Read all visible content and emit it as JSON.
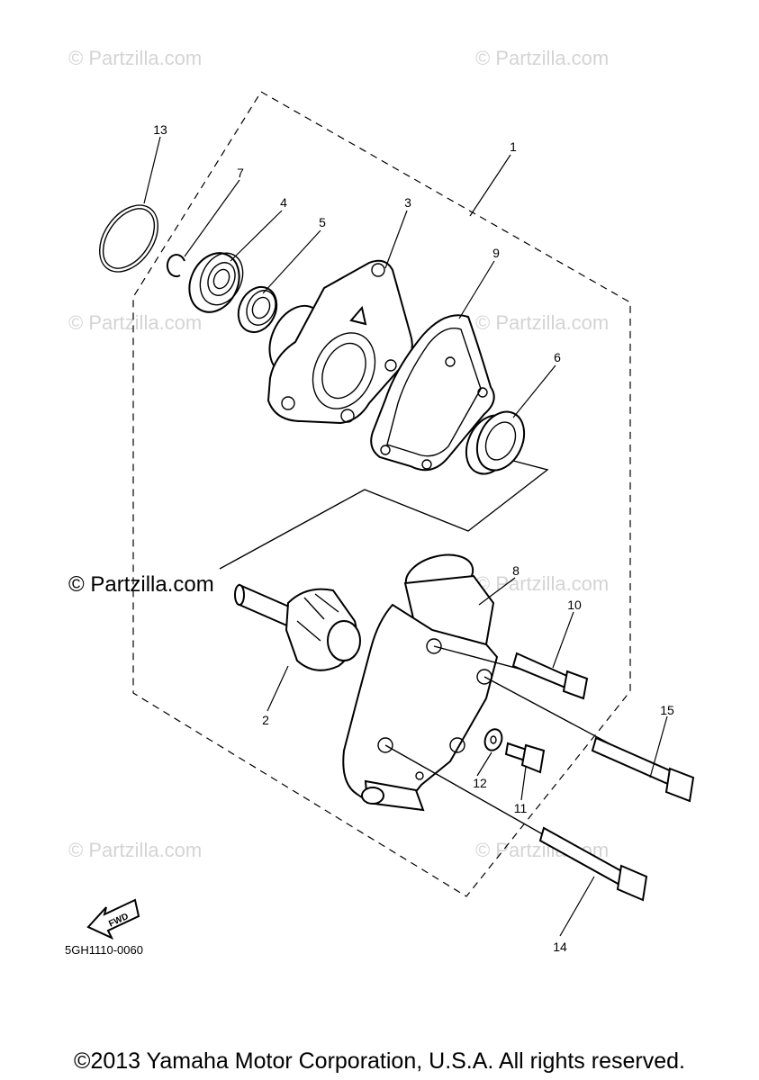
{
  "watermarks": [
    "© Partzilla.com",
    "© Partzilla.com",
    "© Partzilla.com",
    "© Partzilla.com",
    "© Partzilla.com",
    "© Partzilla.com",
    "© Partzilla.com",
    "© Partzilla.com"
  ],
  "watermark_main": "© Partzilla.com",
  "callouts": [
    {
      "id": "1",
      "label": "1"
    },
    {
      "id": "2",
      "label": "2"
    },
    {
      "id": "3",
      "label": "3"
    },
    {
      "id": "4",
      "label": "4"
    },
    {
      "id": "5",
      "label": "5"
    },
    {
      "id": "6",
      "label": "6"
    },
    {
      "id": "7",
      "label": "7"
    },
    {
      "id": "8",
      "label": "8"
    },
    {
      "id": "9",
      "label": "9"
    },
    {
      "id": "10",
      "label": "10"
    },
    {
      "id": "11",
      "label": "11"
    },
    {
      "id": "12",
      "label": "12"
    },
    {
      "id": "13",
      "label": "13"
    },
    {
      "id": "14",
      "label": "14"
    },
    {
      "id": "15",
      "label": "15"
    }
  ],
  "fwd_label": "FWD",
  "diagram_code": "5GH1110-0060",
  "copyright": "©2013 Yamaha Motor Corporation, U.S.A. All rights reserved."
}
